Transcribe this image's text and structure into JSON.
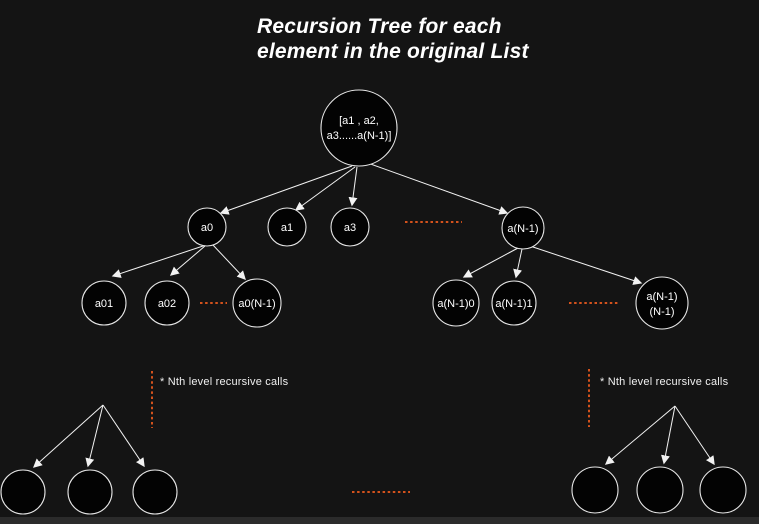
{
  "title": {
    "line1": "Recursion Tree for each",
    "line2": "element in the original List"
  },
  "tree": {
    "root": {
      "line1": "[a1 , a2,",
      "line2": "a3......a(N-1)]"
    },
    "level2": [
      "a0",
      "a1",
      "a3",
      "a(N-1)"
    ],
    "level3_left": [
      "a01",
      "a02",
      "a0(N-1)"
    ],
    "level3_right": [
      "a(N-1)0",
      "a(N-1)1"
    ],
    "level3_right_last": {
      "line1": "a(N-1)",
      "line2": "(N-1)"
    }
  },
  "annotations": {
    "left_note": "* Nth level recursive calls",
    "right_note": "* Nth level recursive calls"
  },
  "colors": {
    "background": "#141414",
    "node_fill": "#030303",
    "node_stroke": "#e6e6e6",
    "edge": "#f2f2f2",
    "text": "#ffffff",
    "ellipsis_orange": "#d4521c",
    "bottom_bar": "#2b2b2b"
  }
}
